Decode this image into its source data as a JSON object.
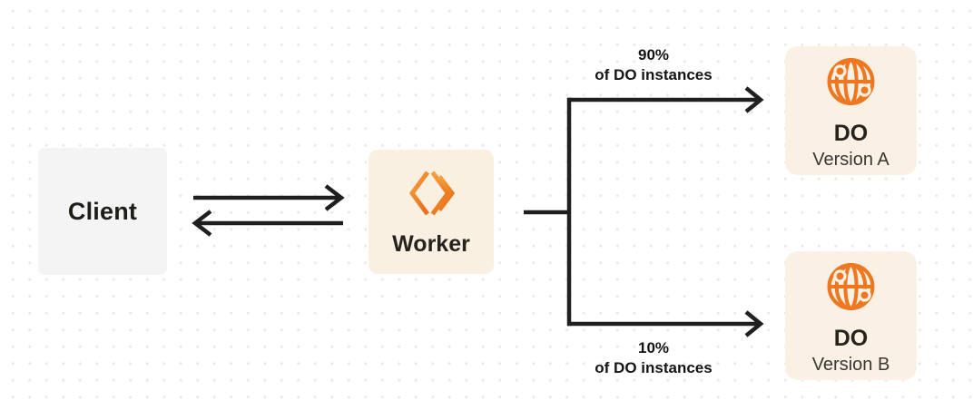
{
  "diagram": {
    "nodes": {
      "client": {
        "label": "Client"
      },
      "worker": {
        "label": "Worker",
        "icon": "cloudflare-workers-logo-icon"
      },
      "do_version_a": {
        "title": "DO",
        "subtitle": "Version A",
        "icon": "durable-object-globe-icon"
      },
      "do_version_b": {
        "title": "DO",
        "subtitle": "Version B",
        "icon": "durable-object-globe-icon"
      }
    },
    "edges": {
      "client_to_worker": {
        "type": "request-arrow"
      },
      "worker_to_client": {
        "type": "response-arrow"
      },
      "top_branch": {
        "percent": "90%",
        "caption": "of DO instances"
      },
      "bottom_branch": {
        "percent": "10%",
        "caption": "of DO instances"
      }
    },
    "colors": {
      "accent_orange": "#EE771F",
      "worker_logo_gradient_top": "#F8A13C",
      "worker_logo_gradient_bottom": "#EA701B",
      "node_cream": "#FAF0E2",
      "node_gray": "#F4F4F5",
      "connector_dark": "#1F1F1F",
      "grid_dot": "#E9E9EC",
      "background": "#FFFFFF"
    }
  }
}
